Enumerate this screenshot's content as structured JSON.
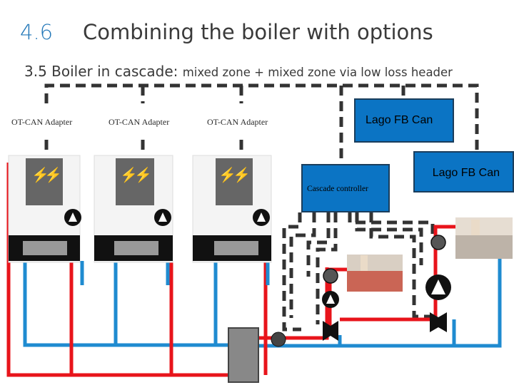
{
  "header": {
    "section_number": "4.6",
    "title": "Combining the boiler with options",
    "subtitle_main": "3.5 Boiler in cascade: ",
    "subtitle_rest": "mixed zone  + mixed zone via low loss header"
  },
  "adapters": [
    "OT-CAN Adapter",
    "OT-CAN Adapter",
    "OT-CAN Adapter"
  ],
  "controls": {
    "lago_1": "Lago FB Can",
    "lago_2": "Lago FB Can",
    "cascade": "Cascade controller"
  },
  "colors": {
    "pipe_flow": "#e8141b",
    "pipe_return": "#1f8bd0",
    "control_box": "#0b74c4",
    "bus_line": "#333333",
    "boiler_panel": "#666666",
    "lightning": "#f06a00"
  }
}
